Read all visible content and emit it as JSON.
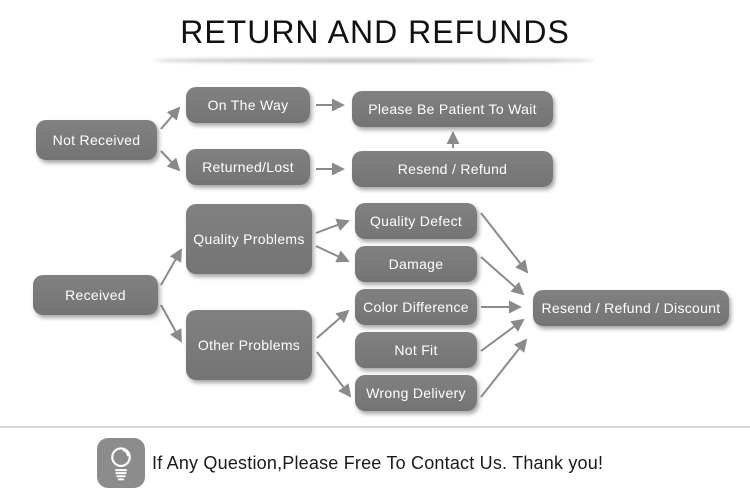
{
  "title": "RETURN AND REFUNDS",
  "flowchart": {
    "nodes": {
      "not_received": "Not Received",
      "on_the_way": "On The Way",
      "returned_lost": "Returned/Lost",
      "please_wait": "Please Be Patient To Wait",
      "resend_refund": "Resend / Refund",
      "received": "Received",
      "quality_problems": "Quality Problems",
      "other_problems": "Other Problems",
      "quality_defect": "Quality Defect",
      "damage": "Damage",
      "color_difference": "Color Difference",
      "not_fit": "Not Fit",
      "wrong_delivery": "Wrong Delivery",
      "resend_refund_discount": "Resend / Refund / Discount"
    },
    "edges": [
      {
        "from": "not_received",
        "to": "on_the_way"
      },
      {
        "from": "not_received",
        "to": "returned_lost"
      },
      {
        "from": "on_the_way",
        "to": "please_wait"
      },
      {
        "from": "returned_lost",
        "to": "resend_refund"
      },
      {
        "from": "resend_refund",
        "to": "please_wait"
      },
      {
        "from": "received",
        "to": "quality_problems"
      },
      {
        "from": "received",
        "to": "other_problems"
      },
      {
        "from": "quality_problems",
        "to": "quality_defect"
      },
      {
        "from": "quality_problems",
        "to": "damage"
      },
      {
        "from": "other_problems",
        "to": "color_difference"
      },
      {
        "from": "other_problems",
        "to": "wrong_delivery"
      },
      {
        "from": "quality_defect",
        "to": "resend_refund_discount"
      },
      {
        "from": "damage",
        "to": "resend_refund_discount"
      },
      {
        "from": "color_difference",
        "to": "resend_refund_discount"
      },
      {
        "from": "not_fit",
        "to": "resend_refund_discount"
      },
      {
        "from": "wrong_delivery",
        "to": "resend_refund_discount"
      }
    ]
  },
  "footer": {
    "icon": "lightbulb-icon",
    "message": "If Any Question,Please Free To Contact Us. Thank you!"
  },
  "colors": {
    "node_fill": "#7a7a7a",
    "node_text": "#ffffff",
    "arrow": "#8a8a8a",
    "divider": "#d9d9d9",
    "icon_fill": "#8c8c8c",
    "title_text": "#111111"
  }
}
